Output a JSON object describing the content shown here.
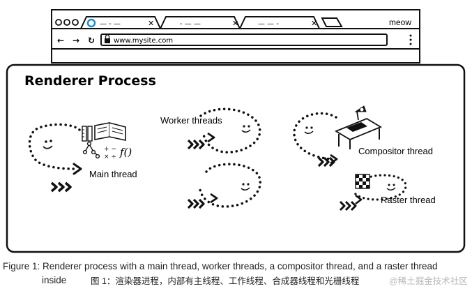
{
  "browser": {
    "brand": "meow",
    "url": "www.mysite.com",
    "tabs": [
      {
        "title": "— - —"
      },
      {
        "title": "- — —"
      },
      {
        "title": "— — -"
      }
    ]
  },
  "panel": {
    "title": "Renderer Process"
  },
  "threads": {
    "main": "Main thread",
    "worker": "Worker threads",
    "compositor": "Compositor thread",
    "raster": "Raster thread"
  },
  "caption": {
    "en_line1": "Figure 1: Renderer process with a main thread, worker threads, a compositor thread, and a raster thread",
    "en_line2": "inside",
    "zh": "图 1：渲染器进程，内部有主线程、工作线程、合成器线程和光栅线程",
    "watermark": "@稀土掘金技术社区"
  },
  "icons": {
    "main_extras": [
      "ruler-icon",
      "book-icon",
      "tree-icon",
      "math-icon",
      "function-icon"
    ],
    "compositor_extras": [
      "desk-icon",
      "lamp-icon"
    ],
    "raster_extras": [
      "grid-icon"
    ]
  }
}
